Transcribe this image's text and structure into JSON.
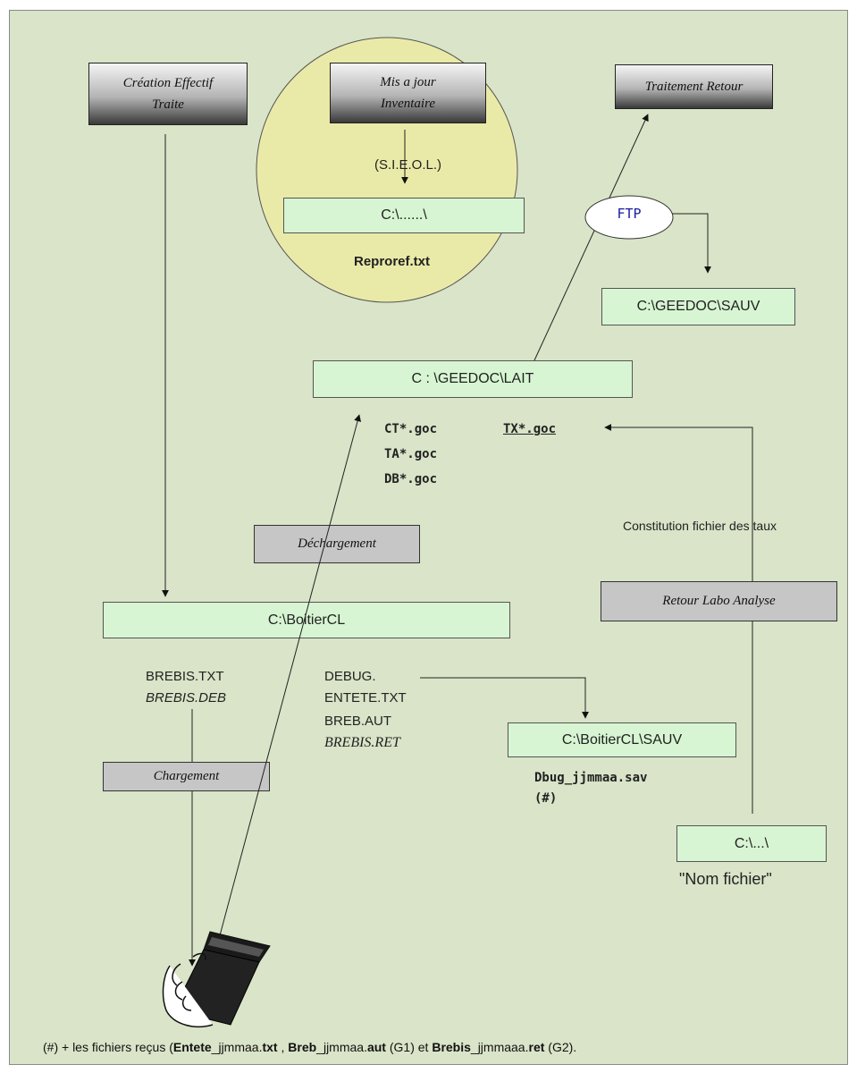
{
  "boxes": {
    "creation": "Création Effectif\nTraite",
    "misajour": "Mis a jour\nInventaire",
    "traitement_retour": "Traitement Retour",
    "dechargement": "Déchargement",
    "retour_labo": "Retour Labo Analyse",
    "chargement": "Chargement",
    "path_c_dots": "C:\\......\\",
    "geedoc_sauv": "C:\\GEEDOC\\SAUV",
    "geedoc_lait": "C : \\GEEDOC\\LAIT",
    "boitier": "C:\\BoitierCL",
    "boitier_sauv": "C:\\BoitierCL\\SAUV",
    "path_c_small": "C:\\...\\"
  },
  "labels": {
    "sieol": "(S.I.E.O.L.)",
    "reproref": "Reproref.txt",
    "ftp": "FTP",
    "ct": "CT*.goc",
    "ta": "TA*.goc",
    "db": "DB*.goc",
    "tx": "TX*.goc",
    "constitution": "Constitution fichier des taux",
    "brebis_txt": "BREBIS.TXT",
    "brebis_deb": "BREBIS.DEB",
    "debug": "DEBUG.",
    "entete": "ENTETE.TXT",
    "breb_aut": "BREB.AUT",
    "brebis_ret": "BREBIS.RET",
    "dbug_sav": "Dbug_jjmmaa.sav",
    "hash": "(#)",
    "nom_fichier": "\"Nom fichier\""
  },
  "footnote": {
    "p1": "(#) + les fichiers reçus (",
    "f1": "Entete",
    "f1b": "_jjmmaa.",
    "f1c": "txt",
    "sep1": " , ",
    "f2": "Breb",
    "f2b": "_jjmmaa.",
    "f2c": "aut",
    "g1": " (G1) et ",
    "f3": "Brebis",
    "f3b": "_jjmmaaa.",
    "f3c": "ret",
    "g2": " (G2)."
  },
  "colors": {
    "background": "#d9e4c8",
    "green_box": "#d7f5d2",
    "circle": "#eaeaa8",
    "ftp_text": "#1a1aa0"
  },
  "icons": [
    "handheld-scanner-icon"
  ]
}
